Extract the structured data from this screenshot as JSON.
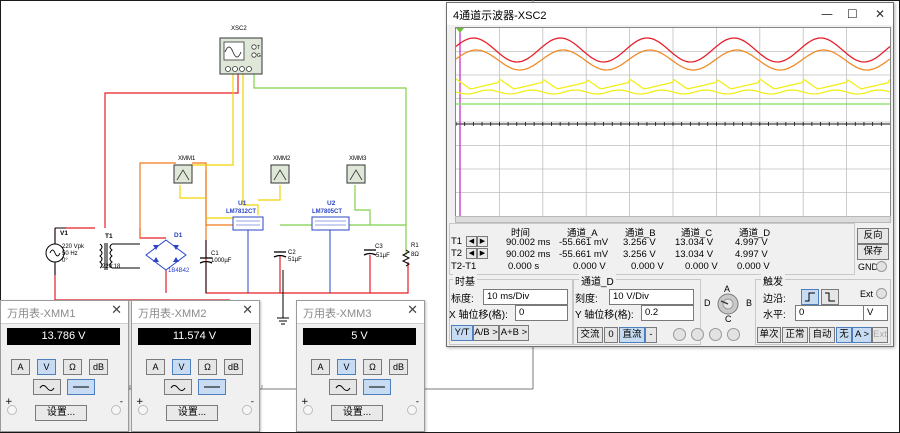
{
  "schematic": {
    "osc_ref": "XSC2",
    "meters": [
      "XMM1",
      "XMM2",
      "XMM3"
    ],
    "v1": {
      "ref": "V1",
      "p1": "220 Vpk",
      "p2": "50 Hz",
      "p3": "0°"
    },
    "t1": {
      "ref": "T1",
      "ratio": "220:18"
    },
    "d1": {
      "ref": "D1",
      "part": "1B4B42"
    },
    "u1": {
      "ref": "U1",
      "part": "LM7812CT"
    },
    "u2": {
      "ref": "U2",
      "part": "LM7805CT"
    },
    "c1": {
      "ref": "C1",
      "value": "1000µF"
    },
    "c2": {
      "ref": "C2",
      "value": "51µF"
    },
    "c3": {
      "ref": "C3",
      "value": "51µF"
    },
    "r1": {
      "ref": "R1",
      "value": "8Ω"
    }
  },
  "multimeters": [
    {
      "title": "万用表-XMM1",
      "reading": "13.786 V"
    },
    {
      "title": "万用表-XMM2",
      "reading": "11.574 V"
    },
    {
      "title": "万用表-XMM3",
      "reading": "5 V"
    }
  ],
  "mm_buttons": {
    "a": "A",
    "v": "V",
    "ohm": "Ω",
    "db": "dB",
    "settings": "设置...",
    "plus": "+",
    "minus": "-"
  },
  "oscilloscope": {
    "title": "4通道示波器-XSC2",
    "close": "✕",
    "window_icons": {
      "min": "—",
      "max": "☐"
    },
    "cursor_headers": [
      "时间",
      "通道_A",
      "通道_B",
      "通道_C",
      "通道_D"
    ],
    "rows": [
      {
        "label": "T1",
        "time": "90.002 ms",
        "a": "-55.661 mV",
        "b": "3.256 V",
        "c": "13.034 V",
        "d": "4.997 V"
      },
      {
        "label": "T2",
        "time": "90.002 ms",
        "a": "-55.661 mV",
        "b": "3.256 V",
        "c": "13.034 V",
        "d": "4.997 V"
      },
      {
        "label": "T2-T1",
        "time": "0.000 s",
        "a": "0.000 V",
        "b": "0.000 V",
        "c": "0.000 V",
        "d": "0.000 V"
      }
    ],
    "reverse": "反向",
    "save": "保存",
    "gnd": "GND",
    "timebase": {
      "title": "时基",
      "scale_label": "标度:",
      "scale": "10 ms/Div",
      "xpos_label": "X 轴位移(格):",
      "xpos": "0",
      "yt": "Y/T",
      "ab": "A/B >",
      "apb": "A+B >"
    },
    "channel": {
      "title": "通道_D",
      "scale_label": "刻度:",
      "scale": "10 V/Div",
      "ypos_label": "Y 轴位移(格):",
      "ypos": "0.2",
      "ac": "交流",
      "zero": "0",
      "dc": "直流",
      "minus": "-"
    },
    "knob": {
      "a": "A",
      "b": "B",
      "c": "C",
      "d": "D"
    },
    "trigger": {
      "title": "触发",
      "edge_label": "边沿:",
      "level_label": "水平:",
      "level": "0",
      "unit": "V",
      "ext": "Ext",
      "single": "单次",
      "normal": "正常",
      "auto": "自动",
      "none": "无",
      "a": "A >",
      "ext2": "Ext"
    }
  },
  "colors": {
    "ch_red": "#e8202a",
    "ch_orange": "#f08c28",
    "ch_yellow": "#f2ee18",
    "ch_green": "#82e05a",
    "wire_red": "#e31e24",
    "wire_yellow": "#f0d400",
    "wire_green": "#7fd14b",
    "wire_orange": "#f07a1a",
    "wire_blue": "#2b45c8",
    "black": "#000000"
  }
}
